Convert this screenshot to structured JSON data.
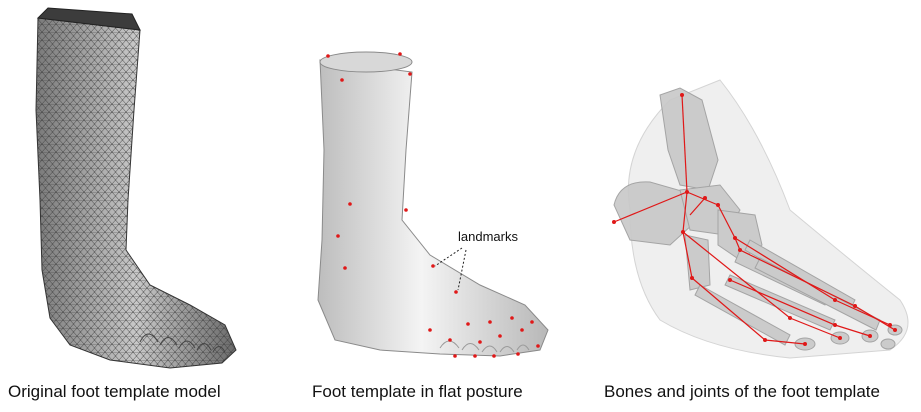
{
  "panels": [
    {
      "caption": "Original foot template model"
    },
    {
      "caption": "Foot template in flat posture",
      "annotation": "landmarks"
    },
    {
      "caption": "Bones and joints of the foot template"
    }
  ],
  "colors": {
    "mesh_fill": "#9a9a9a",
    "mesh_line": "#3a3a3a",
    "surface_fill": "#e6e6e6",
    "landmark": "#e01818",
    "bone": "#bdbdbd",
    "skeleton_line": "#e01818"
  }
}
